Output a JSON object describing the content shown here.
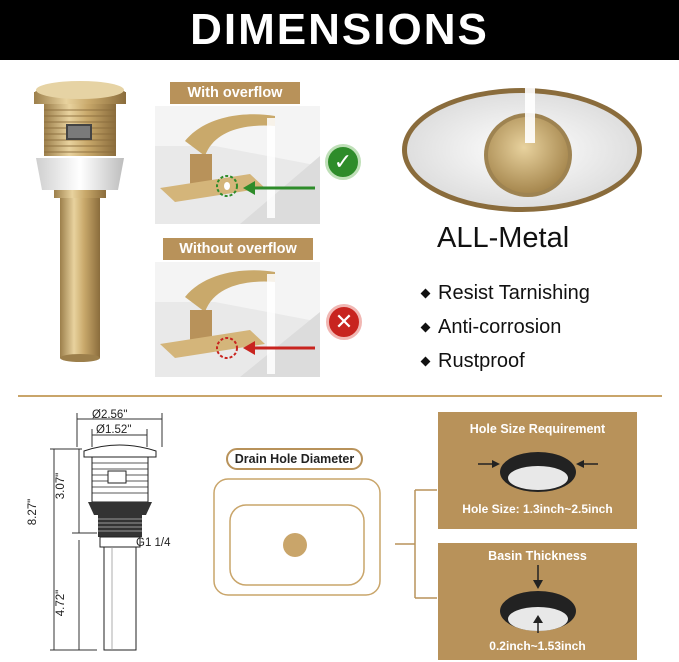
{
  "banner": {
    "title": "DIMENSIONS"
  },
  "overflow_section": {
    "with_label": "With overflow",
    "without_label": "Without overflow",
    "with_badge": "✓",
    "without_badge": "✕"
  },
  "metal_section": {
    "title": "ALL-Metal",
    "features": [
      "Resist Tarnishing",
      "Anti-corrosion",
      "Rustproof"
    ]
  },
  "dimensions": {
    "diameter_outer": "Ø2.56\"",
    "diameter_inner": "Ø1.52\"",
    "total_height": "8.27\"",
    "upper_height": "3.07\"",
    "thread": "G1 1/4",
    "lower_height": "4.72\""
  },
  "drain_hole": {
    "label": "Drain Hole Diameter"
  },
  "hole_size_card": {
    "title": "Hole Size Requirement",
    "text": "Hole Size: 1.3inch~2.5inch"
  },
  "basin_thickness_card": {
    "title": "Basin Thickness",
    "text": "0.2inch~1.53inch"
  },
  "colors": {
    "gold": "#b8925a",
    "banner": "#000000",
    "ok": "#2e8c2a",
    "no": "#c8241f"
  }
}
